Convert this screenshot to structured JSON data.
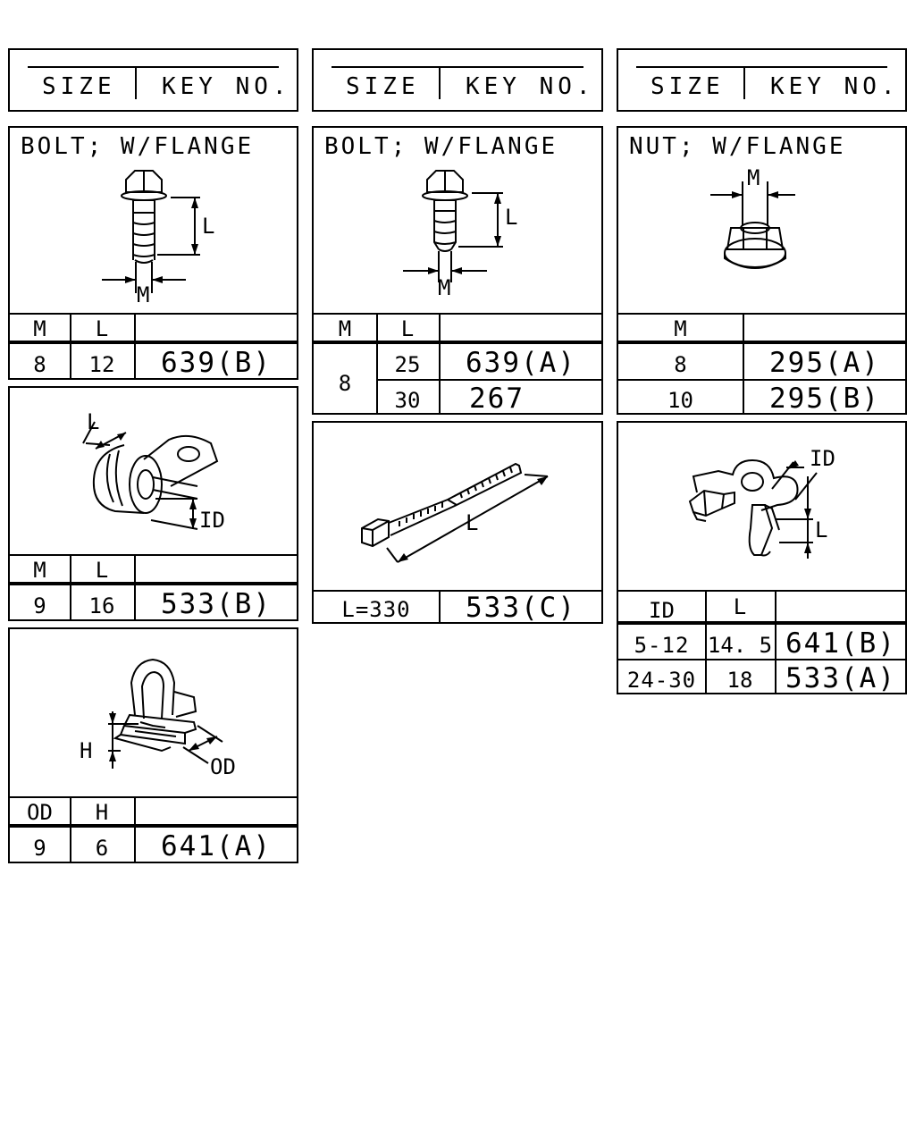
{
  "headers": [
    {
      "size": "SIZE",
      "key": "KEY NO."
    },
    {
      "size": "SIZE",
      "key": "KEY NO."
    },
    {
      "size": "SIZE",
      "key": "KEY NO."
    }
  ],
  "parts": {
    "bolt_12": {
      "title": "BOLT; W/FLANGE",
      "dim_labels": {
        "l": "L",
        "m": "M"
      },
      "columns": [
        "M",
        "L"
      ],
      "rows": [
        {
          "m": "8",
          "l": "12",
          "key": "639(B)"
        }
      ]
    },
    "bolt_25_30": {
      "title": "BOLT; W/FLANGE",
      "dim_labels": {
        "l": "L",
        "m": "M"
      },
      "columns": [
        "M",
        "L"
      ],
      "m_value": "8",
      "rows": [
        {
          "l": "25",
          "key": "639(A)"
        },
        {
          "l": "30",
          "key": "267"
        }
      ]
    },
    "nut": {
      "title": "NUT; W/FLANGE",
      "dim_labels": {
        "m": "M"
      },
      "columns": [
        "M"
      ],
      "rows": [
        {
          "m": "8",
          "key": "295(A)"
        },
        {
          "m": "10",
          "key": "295(B)"
        }
      ]
    },
    "clamp": {
      "dim_labels": {
        "l": "L",
        "id": "ID"
      },
      "columns": [
        "M",
        "L"
      ],
      "rows": [
        {
          "m": "9",
          "l": "16",
          "key": "533(B)"
        }
      ]
    },
    "tie": {
      "dim_labels": {
        "l": "L"
      },
      "rows": [
        {
          "size": "L=330",
          "key": "533(C)"
        }
      ]
    },
    "pipe_clip": {
      "dim_labels": {
        "id": "ID",
        "l": "L"
      },
      "columns": [
        "ID",
        "L"
      ],
      "rows": [
        {
          "id": "5-12",
          "l": "14. 5",
          "key": "641(B)"
        },
        {
          "id": "24-30",
          "l": "18",
          "key": "533(A)"
        }
      ]
    },
    "hose_clip": {
      "dim_labels": {
        "h": "H",
        "od": "OD"
      },
      "columns": [
        "OD",
        "H"
      ],
      "rows": [
        {
          "od": "9",
          "h": "6",
          "key": "641(A)"
        }
      ]
    }
  }
}
